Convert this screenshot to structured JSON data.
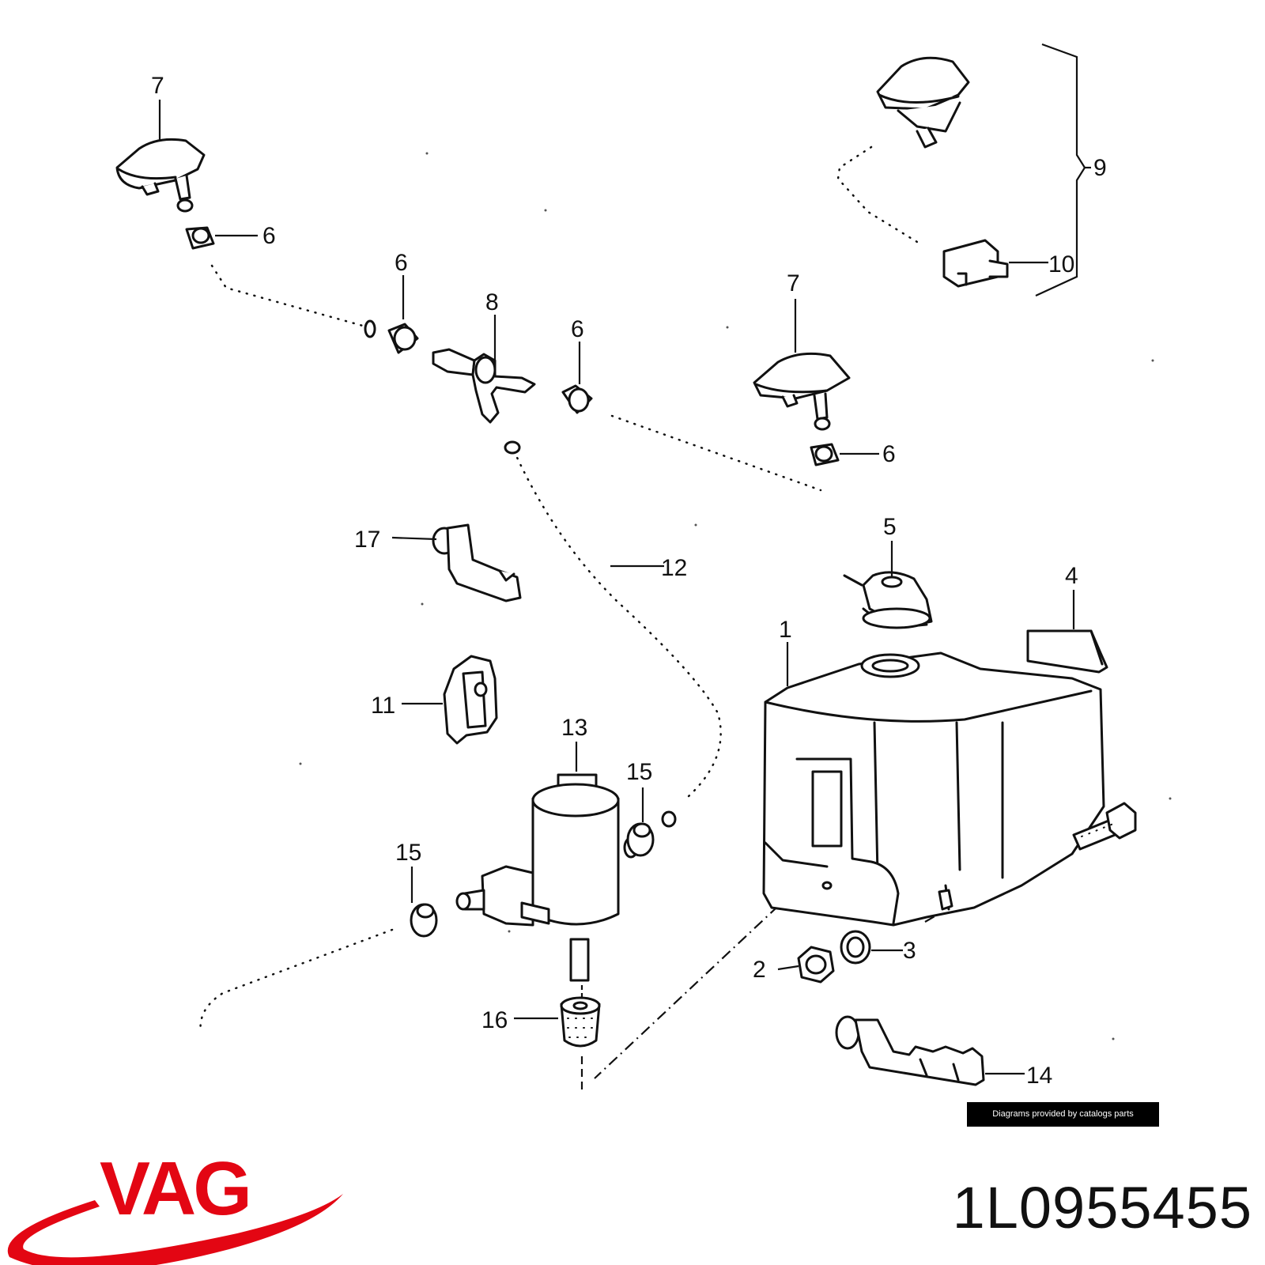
{
  "callouts": {
    "c1": "1",
    "c2": "2",
    "c3": "3",
    "c4": "4",
    "c5": "5",
    "c6a": "6",
    "c6b": "6",
    "c6c": "6",
    "c6d": "6",
    "c7a": "7",
    "c7b": "7",
    "c8": "8",
    "c9": "9",
    "c10": "10",
    "c11": "11",
    "c12": "12",
    "c13": "13",
    "c14": "14",
    "c15a": "15",
    "c15b": "15",
    "c16": "16",
    "c17": "17"
  },
  "credit_text": "Diagrams provided by catalogs parts",
  "brand": {
    "name": "VAG",
    "color": "#e30613"
  },
  "part_number": "1L0955455"
}
